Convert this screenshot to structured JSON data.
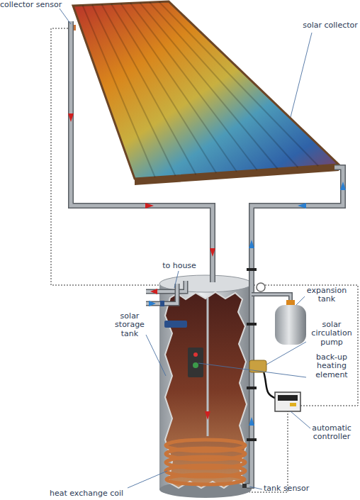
{
  "diagram": {
    "labels": [
      "collector sensor",
      "solar collector",
      "to house",
      "expansion tank",
      "solar circulation pump",
      "back-up heating element",
      "automatic controller",
      "solar storage tank",
      "heat exchange coil",
      "tank sensor"
    ]
  }
}
